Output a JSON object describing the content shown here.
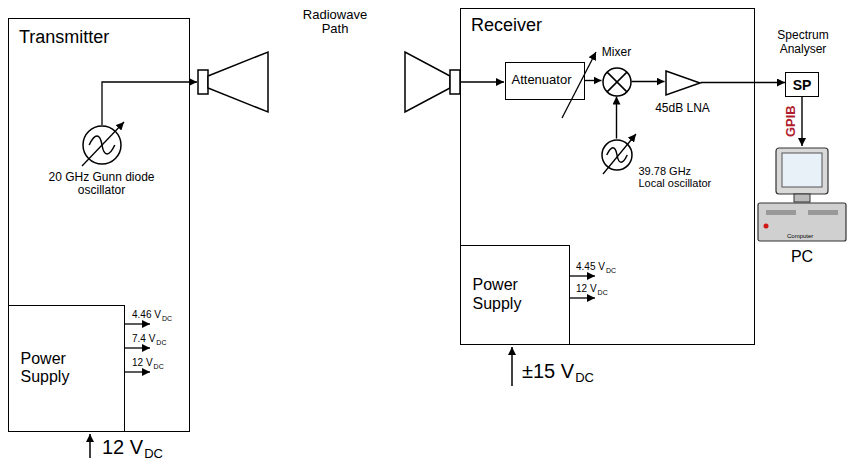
{
  "diagram": {
    "nodes": [
      {
        "text": [
          "Transmitter"
        ]
      },
      {
        "text": [
          "20 GHz Gunn diode oscillator"
        ],
        "in": 0
      },
      {
        "text": [
          "Power Supply"
        ],
        "in": 0
      },
      {
        "text": [
          "Receiver"
        ]
      },
      {
        "text": [
          "Attenuator"
        ],
        "in": 3
      },
      {
        "text": [
          "Mixer"
        ],
        "in": 3
      },
      {
        "text": [
          "45dB LNA"
        ],
        "in": 3
      },
      {
        "text": [
          "39.78 GHz Local oscillator"
        ],
        "in": 3
      },
      {
        "text": [
          "Power Supply"
        ],
        "in": 3
      },
      {
        "text": [
          "Spectrum Analyser",
          "SP"
        ]
      },
      {
        "text": [
          "PC"
        ]
      }
    ],
    "edges": [
      {
        "from": 4,
        "to": 5,
        "arrow": "to"
      },
      {
        "from": 7,
        "to": 5,
        "arrow": "to"
      },
      {
        "from": 5,
        "to": 6,
        "arrow": "to"
      },
      {
        "from": 6,
        "to": 9,
        "arrow": "to"
      },
      {
        "from": 9,
        "to": 10,
        "label": "GPIB",
        "arrow": "to"
      }
    ],
    "labels": [
      "Radiowave Path",
      "4.46 V",
      "DC",
      "7.4 V",
      "DC",
      "12 V",
      "DC",
      "12 V",
      "DC",
      "4.45 V",
      "DC",
      "12 V",
      "DC",
      "±15 V",
      "DC",
      "Computer"
    ]
  }
}
